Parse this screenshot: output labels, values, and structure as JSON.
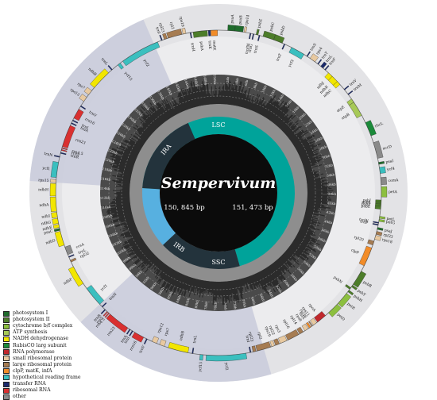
{
  "genome": {
    "title": "Sempervivum",
    "bp_left": "150, 845  bp",
    "bp_right": "151, 473  bp",
    "regions": {
      "lsc": "LSC",
      "irb": "IRB",
      "ssc": "SSC",
      "ira": "IRA"
    },
    "kb_ticks": [
      "2kb",
      "4kb",
      "6kb",
      "8kb",
      "10kb",
      "12kb",
      "14kb",
      "16kb",
      "18kb",
      "20kb",
      "22kb",
      "24kb",
      "26kb",
      "28kb",
      "30kb",
      "32kb",
      "34kb",
      "36kb",
      "38kb",
      "40kb",
      "42kb",
      "44kb",
      "46kb",
      "48kb",
      "50kb",
      "52kb",
      "54kb",
      "56kb",
      "58kb",
      "60kb",
      "62kb",
      "64kb",
      "66kb",
      "68kb",
      "70kb",
      "72kb",
      "74kb",
      "76kb",
      "78kb",
      "80kb",
      "82kb",
      "84kb",
      "86kb",
      "88kb",
      "90kb",
      "92kb",
      "94kb",
      "96kb",
      "98kb",
      "100kb",
      "102kb",
      "104kb",
      "106kb",
      "108kb",
      "110kb",
      "112kb",
      "114kb",
      "116kb",
      "118kb",
      "120kb",
      "122kb",
      "124kb",
      "126kb",
      "128kb",
      "130kb",
      "132kb",
      "134kb",
      "136kb",
      "138kb",
      "140kb",
      "142kb",
      "144kb",
      "146kb",
      "148kb",
      "150kb"
    ]
  },
  "legend": [
    {
      "label": "photosystem I",
      "color": "#1f6b2c"
    },
    {
      "label": "photosystem II",
      "color": "#4d7d2a"
    },
    {
      "label": "cytochrome b/f complex",
      "color": "#8cbf3f"
    },
    {
      "label": "ATP synthesis",
      "color": "#a7c957"
    },
    {
      "label": "NADH dehydrogenase",
      "color": "#f2e600"
    },
    {
      "label": "RubisCO larg subunit",
      "color": "#1b8a3a"
    },
    {
      "label": "RNA polymerase",
      "color": "#c0282d"
    },
    {
      "label": "small ribosomal protein",
      "color": "#e8c9a0"
    },
    {
      "label": "large ribosomal protein",
      "color": "#a67c52"
    },
    {
      "label": "clpP, matK, infA",
      "color": "#f28c28"
    },
    {
      "label": "hypothetical reading frame",
      "color": "#3bbfbf"
    },
    {
      "label": "transfer RNA",
      "color": "#1a2a6c"
    },
    {
      "label": "ribosomal RNA",
      "color": "#d93030"
    },
    {
      "label": "other",
      "color": "#8a8a8a"
    }
  ],
  "genes": [
    {
      "name": "psaA",
      "start": 0.9,
      "end": 1.6,
      "out": 1,
      "group": 0
    },
    {
      "name": "psaB",
      "start": 1.6,
      "end": 2.4,
      "out": 1,
      "group": 0
    },
    {
      "name": "rps14",
      "start": 2.5,
      "end": 2.7,
      "out": 1,
      "group": 7
    },
    {
      "name": "trnfM",
      "start": 3.1,
      "end": 3.2,
      "out": 0,
      "group": 11
    },
    {
      "name": "trnG",
      "start": 3.4,
      "end": 3.5,
      "out": 0,
      "group": 11
    },
    {
      "name": "psbZ",
      "start": 3.7,
      "end": 3.9,
      "out": 1,
      "group": 1
    },
    {
      "name": "trnS",
      "start": 4.0,
      "end": 4.1,
      "out": 0,
      "group": 11
    },
    {
      "name": "psbC",
      "start": 4.4,
      "end": 5.5,
      "out": 1,
      "group": 1
    },
    {
      "name": "psbD",
      "start": 5.5,
      "end": 6.4,
      "out": 1,
      "group": 1
    },
    {
      "name": "trnT",
      "start": 6.6,
      "end": 6.7,
      "out": 0,
      "group": 11
    },
    {
      "name": "ycf3",
      "start": 7.4,
      "end": 8.8,
      "out": 0,
      "group": 10
    },
    {
      "name": "trnS",
      "start": 9.1,
      "end": 9.2,
      "out": 1,
      "group": 11
    },
    {
      "name": "rps4",
      "start": 9.5,
      "end": 10.1,
      "out": 1,
      "group": 7
    },
    {
      "name": "trnT",
      "start": 10.4,
      "end": 10.5,
      "out": 1,
      "group": 11
    },
    {
      "name": "trnL",
      "start": 10.8,
      "end": 11.1,
      "out": 1,
      "group": 11
    },
    {
      "name": "trnF",
      "start": 11.3,
      "end": 11.4,
      "out": 1,
      "group": 11
    },
    {
      "name": "ndhJ",
      "start": 11.8,
      "end": 12.3,
      "out": 0,
      "group": 4
    },
    {
      "name": "ndhK",
      "start": 12.3,
      "end": 13.0,
      "out": 0,
      "group": 4
    },
    {
      "name": "ndhC",
      "start": 13.0,
      "end": 13.4,
      "out": 0,
      "group": 4
    },
    {
      "name": "trnV",
      "start": 14.0,
      "end": 14.1,
      "out": 1,
      "group": 11
    },
    {
      "name": "trnM",
      "start": 14.6,
      "end": 14.7,
      "out": 1,
      "group": 11
    },
    {
      "name": "atpE",
      "start": 15.2,
      "end": 15.6,
      "out": 0,
      "group": 3
    },
    {
      "name": "atpB",
      "start": 15.6,
      "end": 17.1,
      "out": 0,
      "group": 3
    },
    {
      "name": "rbcL",
      "start": 17.9,
      "end": 19.3,
      "out": 1,
      "group": 5
    },
    {
      "name": "accD",
      "start": 20.0,
      "end": 21.6,
      "out": 1,
      "group": 13
    },
    {
      "name": "psaI",
      "start": 22.0,
      "end": 22.2,
      "out": 1,
      "group": 0
    },
    {
      "name": "ycf4",
      "start": 22.5,
      "end": 23.1,
      "out": 1,
      "group": 10
    },
    {
      "name": "cemA",
      "start": 23.5,
      "end": 24.2,
      "out": 1,
      "group": 13
    },
    {
      "name": "petA",
      "start": 24.4,
      "end": 25.4,
      "out": 1,
      "group": 2
    },
    {
      "name": "psbJ",
      "start": 25.7,
      "end": 25.9,
      "out": 0,
      "group": 1
    },
    {
      "name": "psbL",
      "start": 25.9,
      "end": 26.1,
      "out": 0,
      "group": 1
    },
    {
      "name": "psbF",
      "start": 26.1,
      "end": 26.3,
      "out": 0,
      "group": 1
    },
    {
      "name": "psbE",
      "start": 26.3,
      "end": 26.6,
      "out": 0,
      "group": 1
    },
    {
      "name": "petL",
      "start": 27.3,
      "end": 27.5,
      "out": 1,
      "group": 2
    },
    {
      "name": "petG",
      "start": 27.6,
      "end": 27.8,
      "out": 1,
      "group": 2
    },
    {
      "name": "trnW",
      "start": 27.9,
      "end": 28.0,
      "out": 0,
      "group": 11
    },
    {
      "name": "trnP",
      "start": 28.1,
      "end": 28.2,
      "out": 0,
      "group": 11
    },
    {
      "name": "psaJ",
      "start": 28.4,
      "end": 28.6,
      "out": 1,
      "group": 0
    },
    {
      "name": "rpl33",
      "start": 28.8,
      "end": 29.1,
      "out": 1,
      "group": 8
    },
    {
      "name": "rps18",
      "start": 29.2,
      "end": 29.6,
      "out": 1,
      "group": 7
    },
    {
      "name": "rpl20",
      "start": 29.8,
      "end": 30.2,
      "out": 0,
      "group": 8
    },
    {
      "name": "clpP",
      "start": 30.5,
      "end": 32.4,
      "out": 0,
      "group": 9
    },
    {
      "name": "psbB",
      "start": 33.0,
      "end": 34.5,
      "out": 1,
      "group": 1
    },
    {
      "name": "psbT",
      "start": 34.6,
      "end": 34.8,
      "out": 1,
      "group": 1
    },
    {
      "name": "psbN",
      "start": 34.9,
      "end": 35.1,
      "out": 0,
      "group": 1
    },
    {
      "name": "psbH",
      "start": 35.2,
      "end": 35.4,
      "out": 1,
      "group": 1
    },
    {
      "name": "petB",
      "start": 35.6,
      "end": 36.9,
      "out": 1,
      "group": 2
    },
    {
      "name": "petD",
      "start": 37.0,
      "end": 38.2,
      "out": 1,
      "group": 2
    },
    {
      "name": "rpoA",
      "start": 38.6,
      "end": 39.6,
      "out": 0,
      "group": 6
    },
    {
      "name": "rps11",
      "start": 39.7,
      "end": 40.1,
      "out": 0,
      "group": 7
    },
    {
      "name": "rpl36",
      "start": 40.2,
      "end": 40.3,
      "out": 0,
      "group": 8
    },
    {
      "name": "infA",
      "start": 40.4,
      "end": 40.6,
      "out": 0,
      "group": 9
    },
    {
      "name": "rps8",
      "start": 40.7,
      "end": 41.1,
      "out": 0,
      "group": 7
    },
    {
      "name": "rpl14",
      "start": 41.3,
      "end": 41.7,
      "out": 0,
      "group": 8
    },
    {
      "name": "rpl16",
      "start": 41.8,
      "end": 43.0,
      "out": 0,
      "group": 8
    },
    {
      "name": "rps3",
      "start": 43.1,
      "end": 43.8,
      "out": 0,
      "group": 7
    },
    {
      "name": "rpl22",
      "start": 43.9,
      "end": 44.3,
      "out": 0,
      "group": 8
    },
    {
      "name": "rps19",
      "start": 44.4,
      "end": 44.7,
      "out": 0,
      "group": 7
    },
    {
      "name": "rpl2",
      "start": 44.8,
      "end": 46.2,
      "out": 0,
      "group": 8
    },
    {
      "name": "rpl23",
      "start": 46.3,
      "end": 46.6,
      "out": 0,
      "group": 8
    },
    {
      "name": "trnI",
      "start": 46.8,
      "end": 46.9,
      "out": 0,
      "group": 11
    },
    {
      "name": "ycf2",
      "start": 47.3,
      "end": 51.2,
      "out": 1,
      "group": 10
    },
    {
      "name": "ycf15",
      "start": 51.5,
      "end": 51.8,
      "out": 1,
      "group": 10
    },
    {
      "name": "trnL",
      "start": 52.5,
      "end": 52.6,
      "out": 0,
      "group": 11
    },
    {
      "name": "ndhB",
      "start": 53.0,
      "end": 55.0,
      "out": 0,
      "group": 4
    },
    {
      "name": "rps7",
      "start": 55.4,
      "end": 55.9,
      "out": 0,
      "group": 7
    },
    {
      "name": "rps12",
      "start": 56.2,
      "end": 56.7,
      "out": 0,
      "group": 7
    },
    {
      "name": "trnV",
      "start": 57.2,
      "end": 57.3,
      "out": 1,
      "group": 11
    },
    {
      "name": "rrn16",
      "start": 57.6,
      "end": 58.6,
      "out": 1,
      "group": 12
    },
    {
      "name": "trnI",
      "start": 58.8,
      "end": 58.9,
      "out": 1,
      "group": 11
    },
    {
      "name": "trnA",
      "start": 59.1,
      "end": 59.2,
      "out": 1,
      "group": 11
    },
    {
      "name": "rrn23",
      "start": 59.4,
      "end": 61.6,
      "out": 1,
      "group": 12
    },
    {
      "name": "rrn4.5",
      "start": 61.7,
      "end": 61.8,
      "out": 1,
      "group": 12
    },
    {
      "name": "rrn5",
      "start": 61.9,
      "end": 62.0,
      "out": 1,
      "group": 12
    },
    {
      "name": "trnR",
      "start": 62.2,
      "end": 62.3,
      "out": 1,
      "group": 11
    },
    {
      "name": "trnN",
      "start": 62.6,
      "end": 62.7,
      "out": 0,
      "group": 11
    },
    {
      "name": "ycf1",
      "start": 63.0,
      "end": 65.0,
      "out": 0,
      "group": 10
    },
    {
      "name": "ndhF",
      "start": 65.6,
      "end": 67.5,
      "out": 1,
      "group": 4
    },
    {
      "name": "rpl32",
      "start": 68.0,
      "end": 68.2,
      "out": 0,
      "group": 8
    },
    {
      "name": "trnL",
      "start": 68.5,
      "end": 68.6,
      "out": 0,
      "group": 11
    },
    {
      "name": "ccsA",
      "start": 68.8,
      "end": 69.6,
      "out": 0,
      "group": 13
    },
    {
      "name": "ndhD",
      "start": 69.8,
      "end": 71.2,
      "out": 1,
      "group": 4
    },
    {
      "name": "psaC",
      "start": 71.3,
      "end": 71.5,
      "out": 1,
      "group": 0
    },
    {
      "name": "ndhE",
      "start": 71.6,
      "end": 71.9,
      "out": 1,
      "group": 4
    },
    {
      "name": "ndhG",
      "start": 72.0,
      "end": 72.5,
      "out": 1,
      "group": 4
    },
    {
      "name": "ndhI",
      "start": 72.6,
      "end": 73.1,
      "out": 1,
      "group": 4
    },
    {
      "name": "ndhA",
      "start": 73.2,
      "end": 74.6,
      "out": 1,
      "group": 4
    },
    {
      "name": "ndhH",
      "start": 74.7,
      "end": 75.9,
      "out": 1,
      "group": 4
    },
    {
      "name": "rps15",
      "start": 76.0,
      "end": 76.3,
      "out": 1,
      "group": 7
    },
    {
      "name": "ycf1",
      "start": 76.5,
      "end": 78.0,
      "out": 1,
      "group": 10
    },
    {
      "name": "trnN",
      "start": 78.5,
      "end": 78.6,
      "out": 1,
      "group": 11
    },
    {
      "name": "trnR",
      "start": 78.9,
      "end": 79.0,
      "out": 0,
      "group": 11
    },
    {
      "name": "rrn5",
      "start": 79.2,
      "end": 79.3,
      "out": 0,
      "group": 12
    },
    {
      "name": "rrn4.5",
      "start": 79.4,
      "end": 79.5,
      "out": 0,
      "group": 12
    },
    {
      "name": "rrn23",
      "start": 79.6,
      "end": 81.8,
      "out": 0,
      "group": 12
    },
    {
      "name": "trnA",
      "start": 82.0,
      "end": 82.1,
      "out": 0,
      "group": 11
    },
    {
      "name": "trnI",
      "start": 82.3,
      "end": 82.4,
      "out": 0,
      "group": 11
    },
    {
      "name": "rrn16",
      "start": 82.6,
      "end": 83.6,
      "out": 0,
      "group": 12
    },
    {
      "name": "trnV",
      "start": 83.9,
      "end": 84.0,
      "out": 0,
      "group": 11
    },
    {
      "name": "rps12",
      "start": 84.5,
      "end": 85.0,
      "out": 1,
      "group": 7
    },
    {
      "name": "rps7",
      "start": 85.3,
      "end": 85.8,
      "out": 1,
      "group": 7
    },
    {
      "name": "ndhB",
      "start": 86.2,
      "end": 88.2,
      "out": 1,
      "group": 4
    },
    {
      "name": "trnL",
      "start": 88.6,
      "end": 88.7,
      "out": 1,
      "group": 11
    },
    {
      "name": "ycf15",
      "start": 89.4,
      "end": 89.7,
      "out": 0,
      "group": 10
    },
    {
      "name": "ycf2",
      "start": 90.0,
      "end": 93.9,
      "out": 0,
      "group": 10
    },
    {
      "name": "trnI",
      "start": 94.3,
      "end": 94.4,
      "out": 1,
      "group": 11
    },
    {
      "name": "rpl23",
      "start": 94.6,
      "end": 94.9,
      "out": 1,
      "group": 8
    },
    {
      "name": "rpl2",
      "start": 95.0,
      "end": 96.4,
      "out": 1,
      "group": 8
    },
    {
      "name": "rps19",
      "start": 96.5,
      "end": 96.8,
      "out": 1,
      "group": 7
    },
    {
      "name": "trnH",
      "start": 97.2,
      "end": 97.3,
      "out": 0,
      "group": 11
    },
    {
      "name": "psbA",
      "start": 97.5,
      "end": 98.9,
      "out": 0,
      "group": 1
    },
    {
      "name": "trnK",
      "start": 99.0,
      "end": 99.2,
      "out": 0,
      "group": 11
    },
    {
      "name": "matK",
      "start": 99.25,
      "end": 99.9,
      "out": 0,
      "group": 9
    }
  ]
}
